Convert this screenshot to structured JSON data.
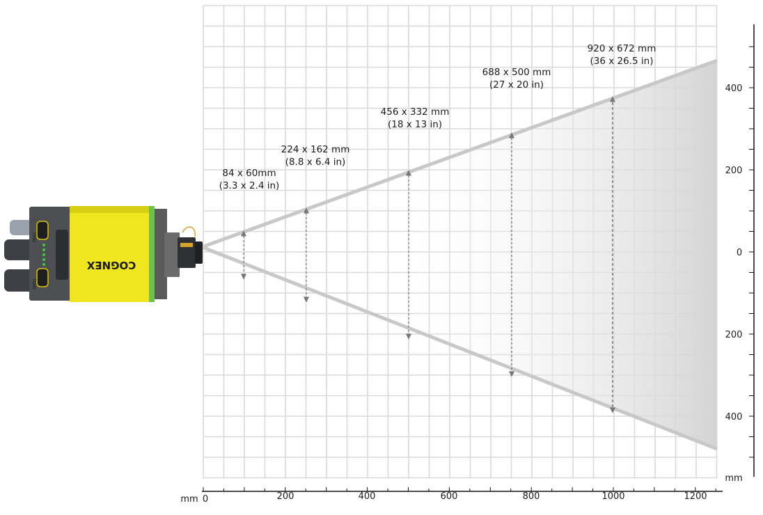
{
  "camera": {
    "brand": "COGNEX",
    "led_labels": [
      "TRIG",
      "TUNE"
    ],
    "colors": {
      "body": "#f0e61f",
      "frame": "#5a5a5a",
      "accent_ring": "#6cc24a"
    }
  },
  "fov_labels": [
    {
      "mm": "84 x 60mm",
      "in": "(3.3 x 2.4 in)"
    },
    {
      "mm": "224 x 162 mm",
      "in": "(8.8 x 6.4 in)"
    },
    {
      "mm": "456 x 332 mm",
      "in": "(18 x 13 in)"
    },
    {
      "mm": "688 x 500 mm",
      "in": "(27 x 20 in)"
    },
    {
      "mm": "920 x 672 mm",
      "in": "(36 x 26.5 in)"
    }
  ],
  "x_axis": {
    "unit": "mm",
    "ticks": [
      "0",
      "200",
      "400",
      "600",
      "800",
      "1000",
      "1200"
    ]
  },
  "y_axis": {
    "unit": "mm",
    "ticks": [
      "400",
      "200",
      "0",
      "200",
      "400"
    ]
  },
  "colors": {
    "grid": "#d9d9d9",
    "cone_edge": "#c8c8c8",
    "cone_fill": "#d8d8d8",
    "arrow": "#7a7a7a",
    "arrow_far": "#444466"
  }
}
